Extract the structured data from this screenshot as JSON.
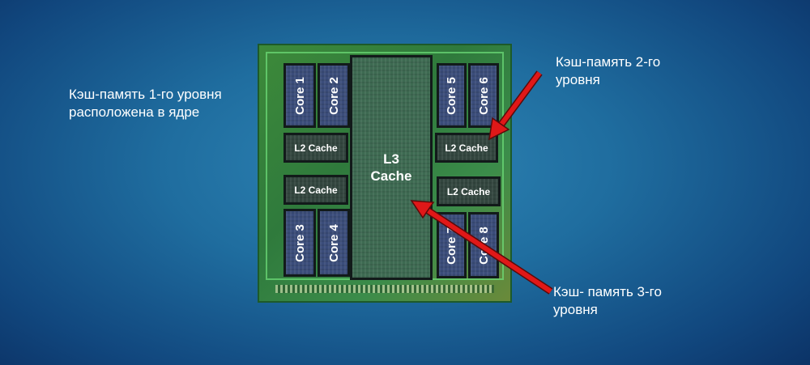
{
  "captions": {
    "l1": [
      "Кэш-память 1-го уровня",
      "расположена в ядре"
    ],
    "l2": [
      "Кэш-память 2-го",
      "уровня"
    ],
    "l3": [
      "Кэш- память 3-го",
      "уровня"
    ]
  },
  "die": {
    "cores": [
      "Core 1",
      "Core 2",
      "Core 3",
      "Core 4",
      "Core 5",
      "Core 6",
      "Core 7",
      "Core 8"
    ],
    "l2_label": "L2 Cache",
    "l3_label": [
      "L3",
      "Cache"
    ]
  },
  "colors": {
    "arrow": "#e01818",
    "text": "#ffffff"
  }
}
